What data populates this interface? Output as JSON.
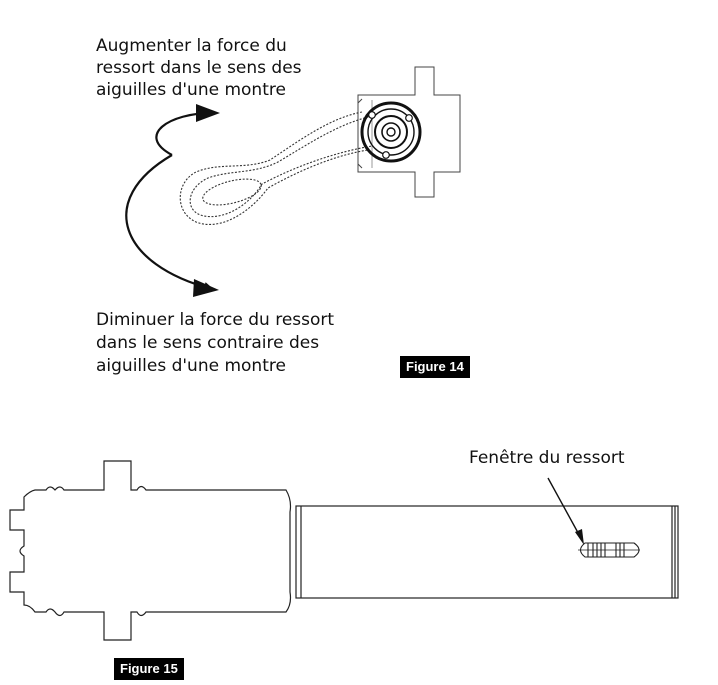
{
  "figure14": {
    "increase_line1": "Augmenter la force du",
    "increase_line2": "ressort dans le sens des",
    "increase_line3": "aiguilles d'une montre",
    "decrease_line1": "Diminuer la force du ressort",
    "decrease_line2": "dans le sens contraire des",
    "decrease_line3": "aiguilles d'une montre",
    "label": "Figure 14"
  },
  "figure15": {
    "window_callout": "Fenêtre du ressort",
    "label": "Figure 15"
  }
}
